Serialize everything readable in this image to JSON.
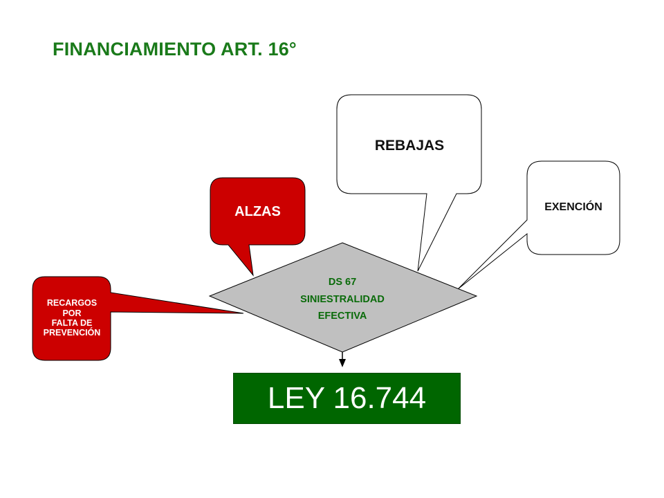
{
  "title": "FINANCIAMIENTO ART. 16°",
  "nodes": {
    "rebajas": "REBAJAS",
    "exencion": "EXENCIÓN",
    "alzas": "ALZAS",
    "recargos": [
      "RECARGOS",
      "POR",
      "FALTA DE",
      "PREVENCIÓN"
    ],
    "center": [
      "DS 67",
      "SINIESTRALIDAD",
      "EFECTIVA"
    ],
    "ley": "LEY 16.744"
  },
  "colors": {
    "title": "#1a7a1a",
    "alzas_fill": "#cc0000",
    "recargos_fill": "#cc0000",
    "diamond_fill": "#c0c0c0",
    "diamond_text": "#0a6b0a",
    "ley_fill": "#006600",
    "callout_fill": "#ffffff"
  }
}
